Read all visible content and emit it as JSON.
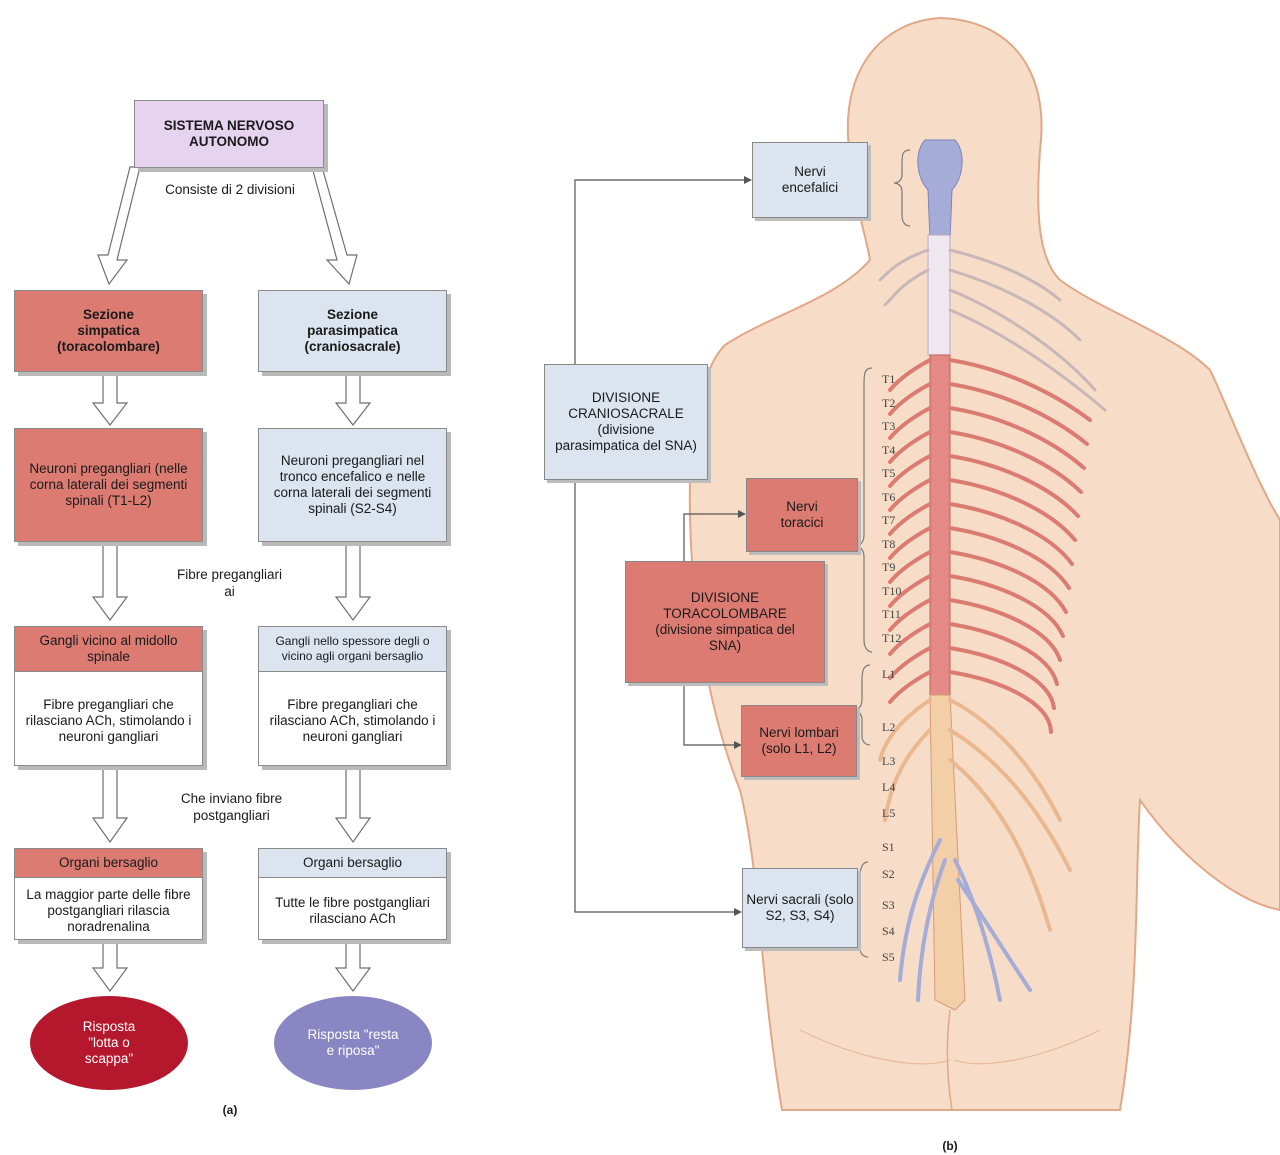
{
  "panel_a": {
    "title": "SISTEMA NERVOSO AUTONOMO",
    "consists_label": "Consiste di 2 divisioni",
    "symp_header": "Sezione simpatica (toracolombare)",
    "para_header": "Sezione parasimpatica (craniosacrale)",
    "symp_preganglionic": "Neuroni pregangliari (nelle corna laterali dei segmenti spinali (T1-L2)",
    "para_preganglionic": "Neuroni pregangliari nel tronco encefalico e nelle corna laterali dei segmenti spinali (S2-S4)",
    "fibres_label": "Fibre pregangliari ai",
    "symp_ganglia_title": "Gangli vicino al midollo spinale",
    "symp_ganglia_text": "Fibre pregangliari che rilasciano ACh, stimolando i neuroni gangliari",
    "para_ganglia_title": "Gangli nello spessore degli o vicino agli organi bersaglio",
    "para_ganglia_text": "Fibre pregangliari che rilasciano ACh, stimolando i neuroni gangliari",
    "postganglionic_label": "Che inviano fibre postgangliari",
    "symp_target_title": "Organi bersaglio",
    "symp_target_text": "La maggior parte delle fibre postgangliari rilascia noradrenalina",
    "para_target_title": "Organi bersaglio",
    "para_target_text": "Tutte le fibre postgangliari rilasciano ACh",
    "symp_response": "Risposta \"lotta o scappa\"",
    "para_response": "Risposta \"resta e riposa\"",
    "caption": "(a)"
  },
  "panel_b": {
    "cranial_nerves": "Nervi encefalici",
    "craniosacral_division": "DIVISIONE CRANIOSACRALE (divisione parasimpatica del SNA)",
    "thoracic_nerves": "Nervi toracici",
    "thoracolumbar_division": "DIVISIONE TORACOLOMBARE (divisione simpatica del SNA)",
    "lumbar_nerves": "Nervi lombari (solo L1, L2)",
    "sacral_nerves": "Nervi sacrali (solo S2, S3, S4)",
    "segments": [
      "T1",
      "T2",
      "T3",
      "T4",
      "T5",
      "T6",
      "T7",
      "T8",
      "T9",
      "T10",
      "T11",
      "T12",
      "L1",
      "L2",
      "L3",
      "L4",
      "L5",
      "S1",
      "S2",
      "S3",
      "S4",
      "S5"
    ],
    "caption": "(b)"
  },
  "colors": {
    "sympathetic": "#dc7b72",
    "parasympathetic": "#dbe4ef",
    "title_box": "#e6d3f0",
    "symp_oval": "#b5172d",
    "para_oval": "#8a86c4",
    "skin": "#f7ddc7",
    "spinal_red": "#e38a86",
    "spinal_blue": "#a6acd8"
  }
}
